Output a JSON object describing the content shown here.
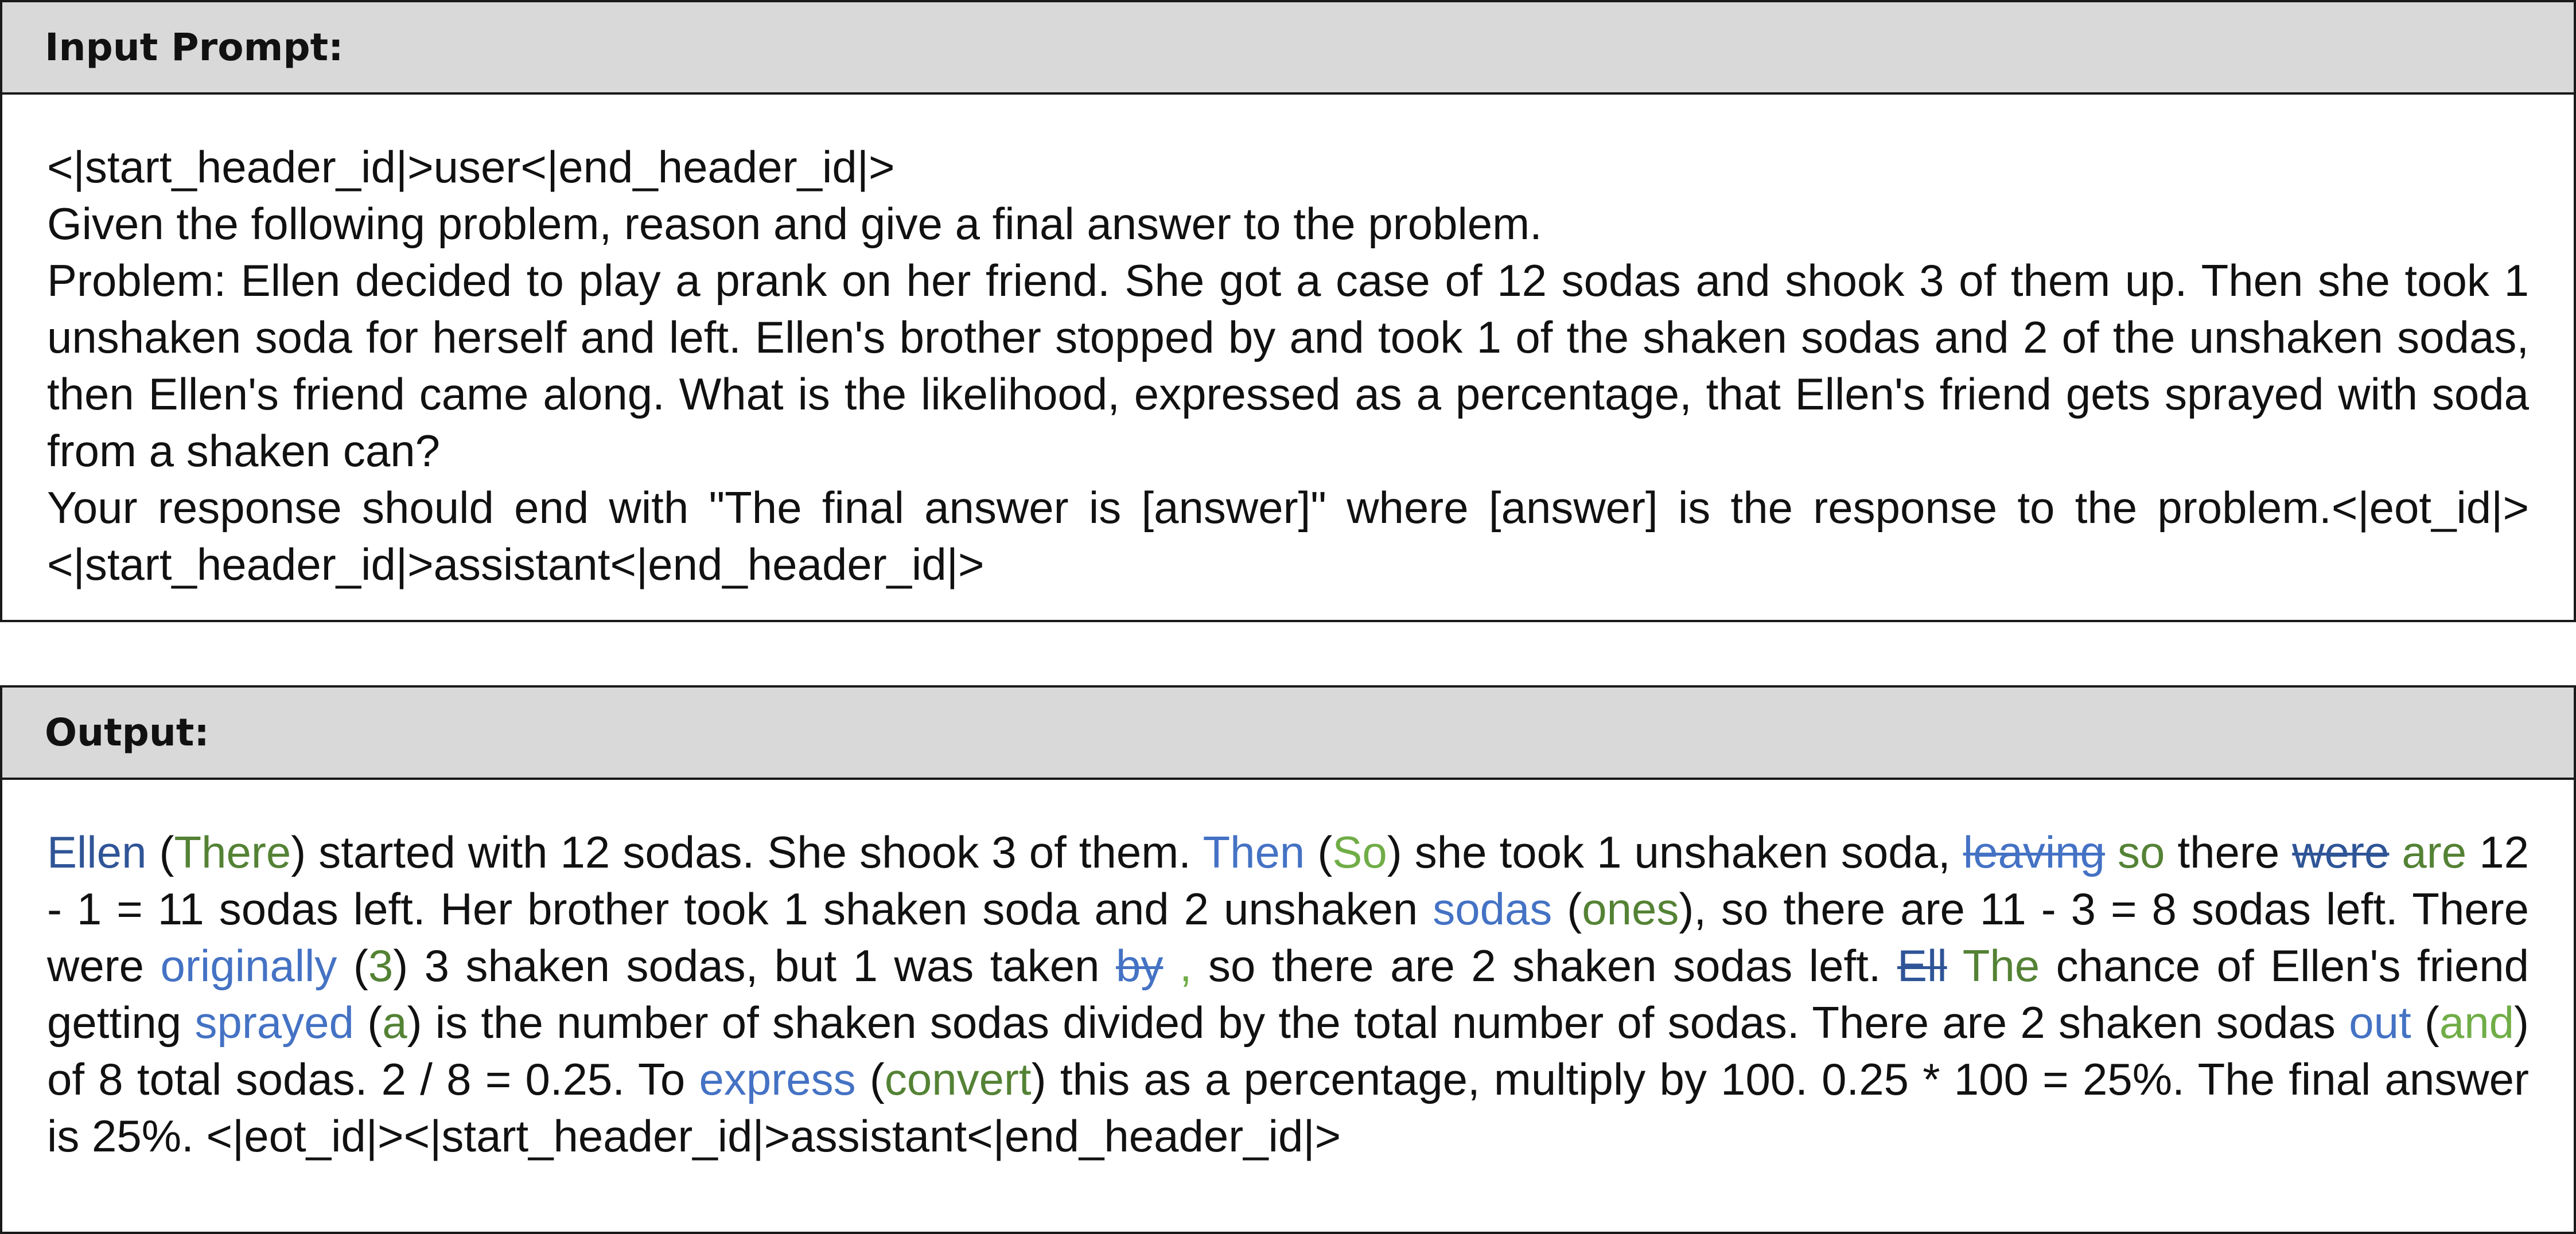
{
  "input_panel": {
    "title": "Input Prompt:",
    "paragraphs": [
      "<|start_header_id|>user<|end_header_id|>",
      "Given the following problem, reason and give a final answer to the problem.",
      "Problem: Ellen decided to play a prank on her friend. She got a case of 12 sodas and shook 3 of them up. Then she took 1 unshaken soda for herself and left. Ellen's brother stopped by and took 1 of the shaken sodas and 2 of the unshaken sodas, then Ellen's friend came along. What is the likelihood, expressed as a percentage, that Ellen's friend gets sprayed with soda from a shaken can?",
      "Your response should end with \"The final answer is [answer]\" where [answer] is the response to the problem.<|eot_id|><|start_header_id|>assistant<|end_header_id|>"
    ]
  },
  "output_panel": {
    "title": "Output:",
    "segments": [
      {
        "text": "Ellen",
        "color": "#2f5597"
      },
      {
        "text": " (",
        "color": "#111111"
      },
      {
        "text": "There",
        "color": "#548235"
      },
      {
        "text": ") started with 12 sodas. She shook 3 of them. ",
        "color": "#111111"
      },
      {
        "text": "Then",
        "color": "#4472c4"
      },
      {
        "text": " (",
        "color": "#111111"
      },
      {
        "text": "So",
        "color": "#70ad47"
      },
      {
        "text": ") she took 1 unshaken soda, ",
        "color": "#111111"
      },
      {
        "text": "leaving",
        "color": "#4472c4",
        "strike": true
      },
      {
        "text": " ",
        "color": "#111111"
      },
      {
        "text": "so",
        "color": "#548235"
      },
      {
        "text": " there ",
        "color": "#111111"
      },
      {
        "text": "were",
        "color": "#2f5597",
        "strike": true
      },
      {
        "text": " ",
        "color": "#111111"
      },
      {
        "text": "are",
        "color": "#548235"
      },
      {
        "text": " 12 - 1 = 11 sodas left. Her brother took 1 shaken soda and 2 unshaken ",
        "color": "#111111"
      },
      {
        "text": "sodas",
        "color": "#4472c4"
      },
      {
        "text": " (",
        "color": "#111111"
      },
      {
        "text": "ones",
        "color": "#548235"
      },
      {
        "text": "), so there are 11 - 3 = 8 sodas left. There were ",
        "color": "#111111"
      },
      {
        "text": "originally",
        "color": "#4472c4"
      },
      {
        "text": " (",
        "color": "#111111"
      },
      {
        "text": "3",
        "color": "#548235"
      },
      {
        "text": ") 3 shaken sodas, but 1 was taken ",
        "color": "#111111"
      },
      {
        "text": "by",
        "color": "#4472c4",
        "strike": true
      },
      {
        "text": " ",
        "color": "#111111"
      },
      {
        "text": ",",
        "color": "#70ad47"
      },
      {
        "text": " so there are 2 shaken sodas left. ",
        "color": "#111111"
      },
      {
        "text": "Ell",
        "color": "#2f5597",
        "strike": true
      },
      {
        "text": " ",
        "color": "#111111"
      },
      {
        "text": "The",
        "color": "#548235"
      },
      {
        "text": " chance of Ellen's friend getting ",
        "color": "#111111"
      },
      {
        "text": "sprayed",
        "color": "#4472c4"
      },
      {
        "text": " (",
        "color": "#111111"
      },
      {
        "text": "a",
        "color": "#548235"
      },
      {
        "text": ") is the number of shaken sodas divided by the total number of sodas. There are 2 shaken sodas ",
        "color": "#111111"
      },
      {
        "text": "out",
        "color": "#4472c4"
      },
      {
        "text": " (",
        "color": "#111111"
      },
      {
        "text": "and",
        "color": "#70ad47"
      },
      {
        "text": ") of 8 total sodas. 2 / 8 = 0.25. To ",
        "color": "#111111"
      },
      {
        "text": "express",
        "color": "#4472c4"
      },
      {
        "text": " (",
        "color": "#111111"
      },
      {
        "text": "convert",
        "color": "#548235"
      },
      {
        "text": ") this as a percentage, multiply by 100. 0.25 * 100 = 25%. The final answer is 25%. <|eot_id|><|start_header_id|>assistant<|end_header_id|>",
        "color": "#111111"
      }
    ]
  }
}
